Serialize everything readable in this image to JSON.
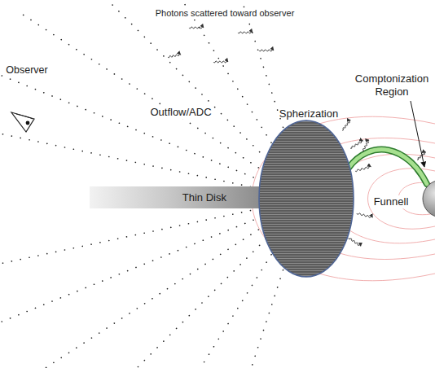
{
  "diagram": {
    "nodes": [
      {
        "text": [
          "Thin Disk"
        ]
      },
      {
        "text": [
          "Spherization"
        ]
      }
    ],
    "labels": [
      "Photons scattered toward observer",
      "Observer",
      "Outflow/ADC",
      "Comptonization Region",
      "Funnell"
    ]
  }
}
